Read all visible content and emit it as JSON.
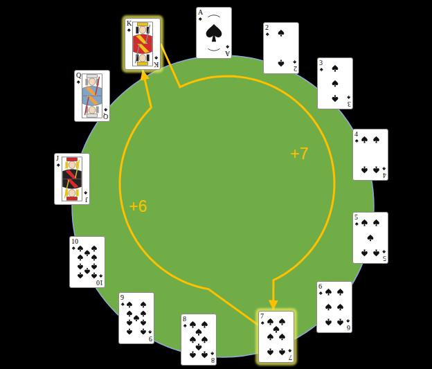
{
  "diagram": {
    "nodes": [
      {
        "text": [
          "A",
          "A"
        ]
      },
      {
        "text": [
          "2",
          "2"
        ]
      },
      {
        "text": [
          "3",
          "3"
        ]
      },
      {
        "text": [
          "4",
          "4"
        ]
      },
      {
        "text": [
          "5",
          "5"
        ]
      },
      {
        "text": [
          "6",
          "6"
        ]
      },
      {
        "text": [
          "7",
          "7"
        ]
      },
      {
        "text": [
          "8",
          "8"
        ]
      },
      {
        "text": [
          "9",
          "9"
        ]
      },
      {
        "text": [
          "10",
          "10"
        ]
      },
      {
        "text": [
          "J",
          "J"
        ]
      },
      {
        "text": [
          "Q",
          "Q"
        ]
      },
      {
        "text": [
          "K",
          "K"
        ]
      }
    ],
    "edges": [
      {
        "from": 12,
        "to": 6,
        "arrow": "to",
        "label": "+7"
      },
      {
        "from": 6,
        "to": 12,
        "arrow": "to",
        "label": "+6"
      }
    ]
  }
}
